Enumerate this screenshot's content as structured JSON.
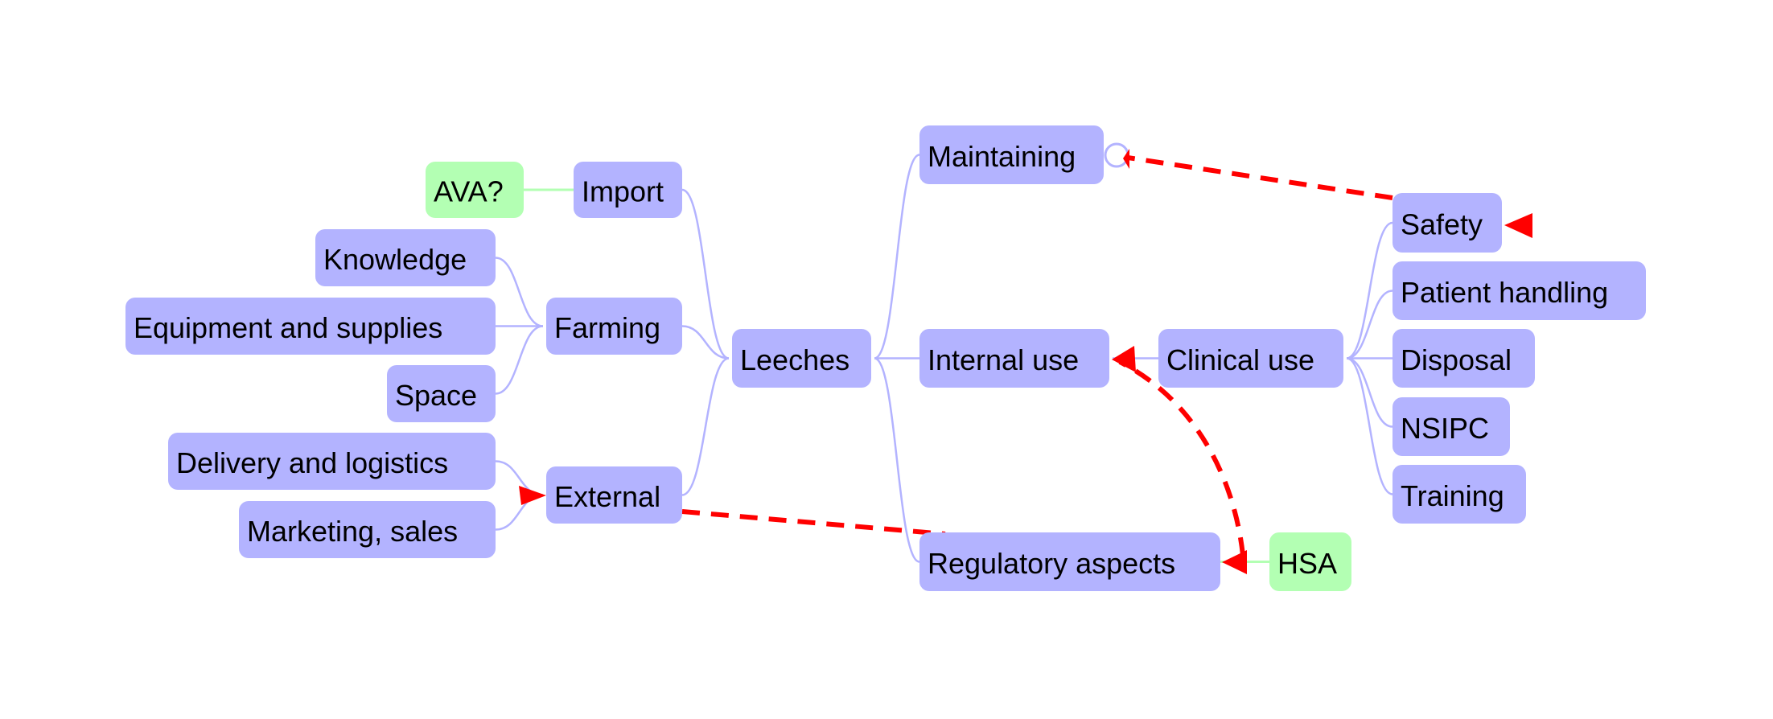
{
  "mindmap": {
    "root": "Leeches",
    "nodes": {
      "import": "Import",
      "ava": "AVA?",
      "farming": "Farming",
      "knowledge": "Knowledge",
      "equipment": "Equipment and supplies",
      "space": "Space",
      "external": "External",
      "delivery": "Delivery and logistics",
      "marketing": "Marketing, sales",
      "maintaining": "Maintaining",
      "internal": "Internal use",
      "clinical": "Clinical use",
      "safety": "Safety",
      "patient": "Patient handling",
      "disposal": "Disposal",
      "nsipc": "NSIPC",
      "training": "Training",
      "regulatory": "Regulatory aspects",
      "hsa": "HSA"
    }
  },
  "colors": {
    "topic": "#b3b3ff",
    "callout": "#b3ffb3",
    "relationship": "#ff0000"
  }
}
